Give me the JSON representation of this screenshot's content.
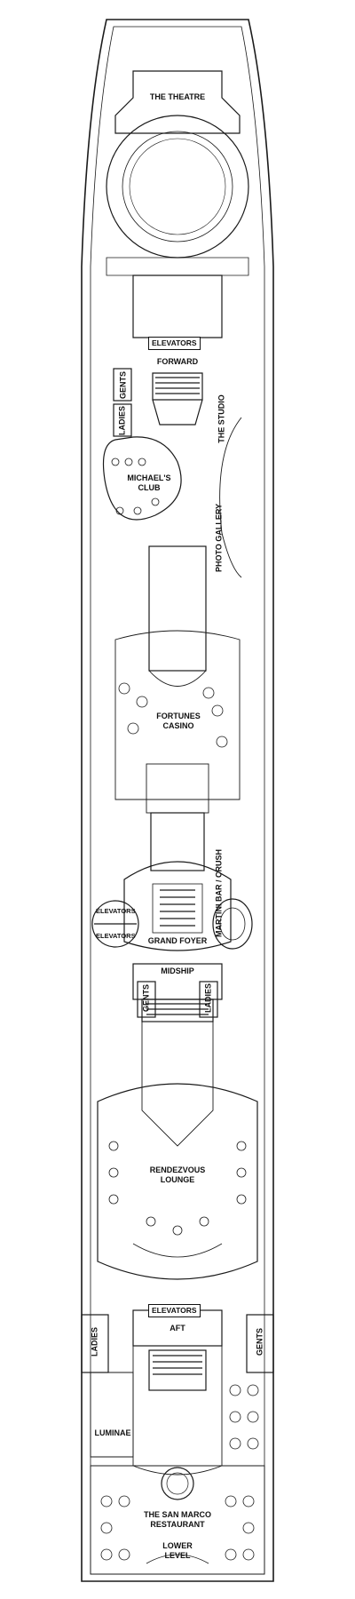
{
  "deck": {
    "theatre": "THE THEATRE",
    "elevators_forward": "ELEVATORS",
    "forward": "FORWARD",
    "gents_forward": "GENTS",
    "ladies_forward": "LADIES",
    "the_studio": "THE STUDIO",
    "michaels_club": "MICHAEL'S CLUB",
    "photo_gallery": "PHOTO GALLERY",
    "fortunes_casino": "FORTUNES CASINO",
    "martini_bar": "MARTINI BAR / CRUSH",
    "elevators_glass_top": "ELEVATORS",
    "elevators_glass_bottom": "ELEVATORS",
    "grand_foyer": "GRAND FOYER",
    "midship": "MIDSHIP",
    "gents_midship": "GENTS",
    "ladies_midship": "LADIES",
    "rendezvous_lounge": "RENDEZVOUS LOUNGE",
    "elevators_aft": "ELEVATORS",
    "aft": "AFT",
    "ladies_aft": "LADIES",
    "gents_aft": "GENTS",
    "luminae": "LUMINAE",
    "san_marco": "THE SAN MARCO RESTAURANT",
    "lower_level": "LOWER LEVEL"
  },
  "colors": {
    "line": "#1a1a1a",
    "background": "#ffffff"
  }
}
